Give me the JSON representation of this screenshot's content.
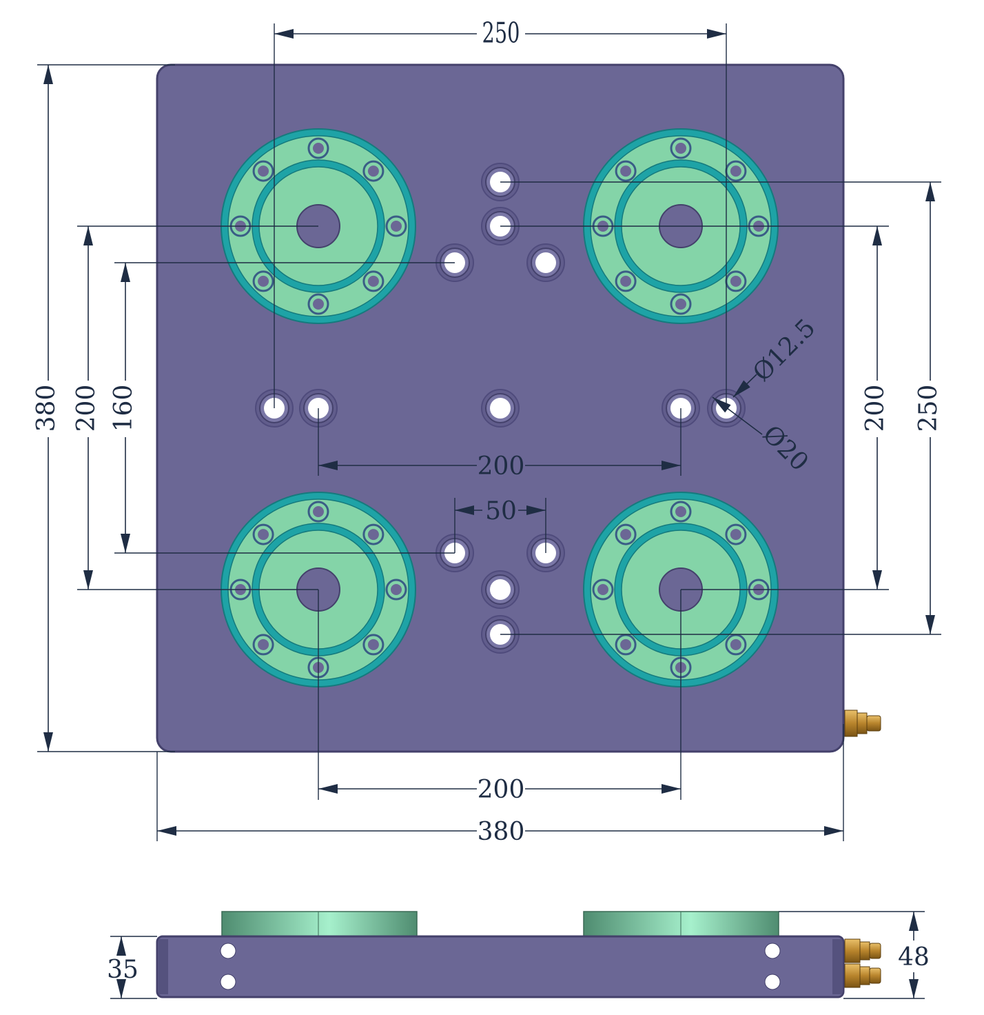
{
  "colors": {
    "plate": "#6b6795",
    "plate_edge": "#44416b",
    "ring_teal": "#1ea3a6",
    "ring_fill": "#84d4a8",
    "bore": "#6b6795",
    "hole": "#ffffff",
    "dim": "#1f2d44",
    "fitting": "#c8943a"
  },
  "top_view": {
    "dims": {
      "top_span": "250",
      "left_overall": "380",
      "left_outer": "200",
      "left_inner": "160",
      "right_inner": "200",
      "right_outer": "250",
      "middle_span": "200",
      "small_span": "50",
      "bottom_span": "200",
      "overall_width": "380",
      "dia_small": "Ø12.5",
      "dia_large": "Ø20"
    }
  },
  "side_view": {
    "dims": {
      "plate_height": "35",
      "total_height": "48"
    }
  }
}
